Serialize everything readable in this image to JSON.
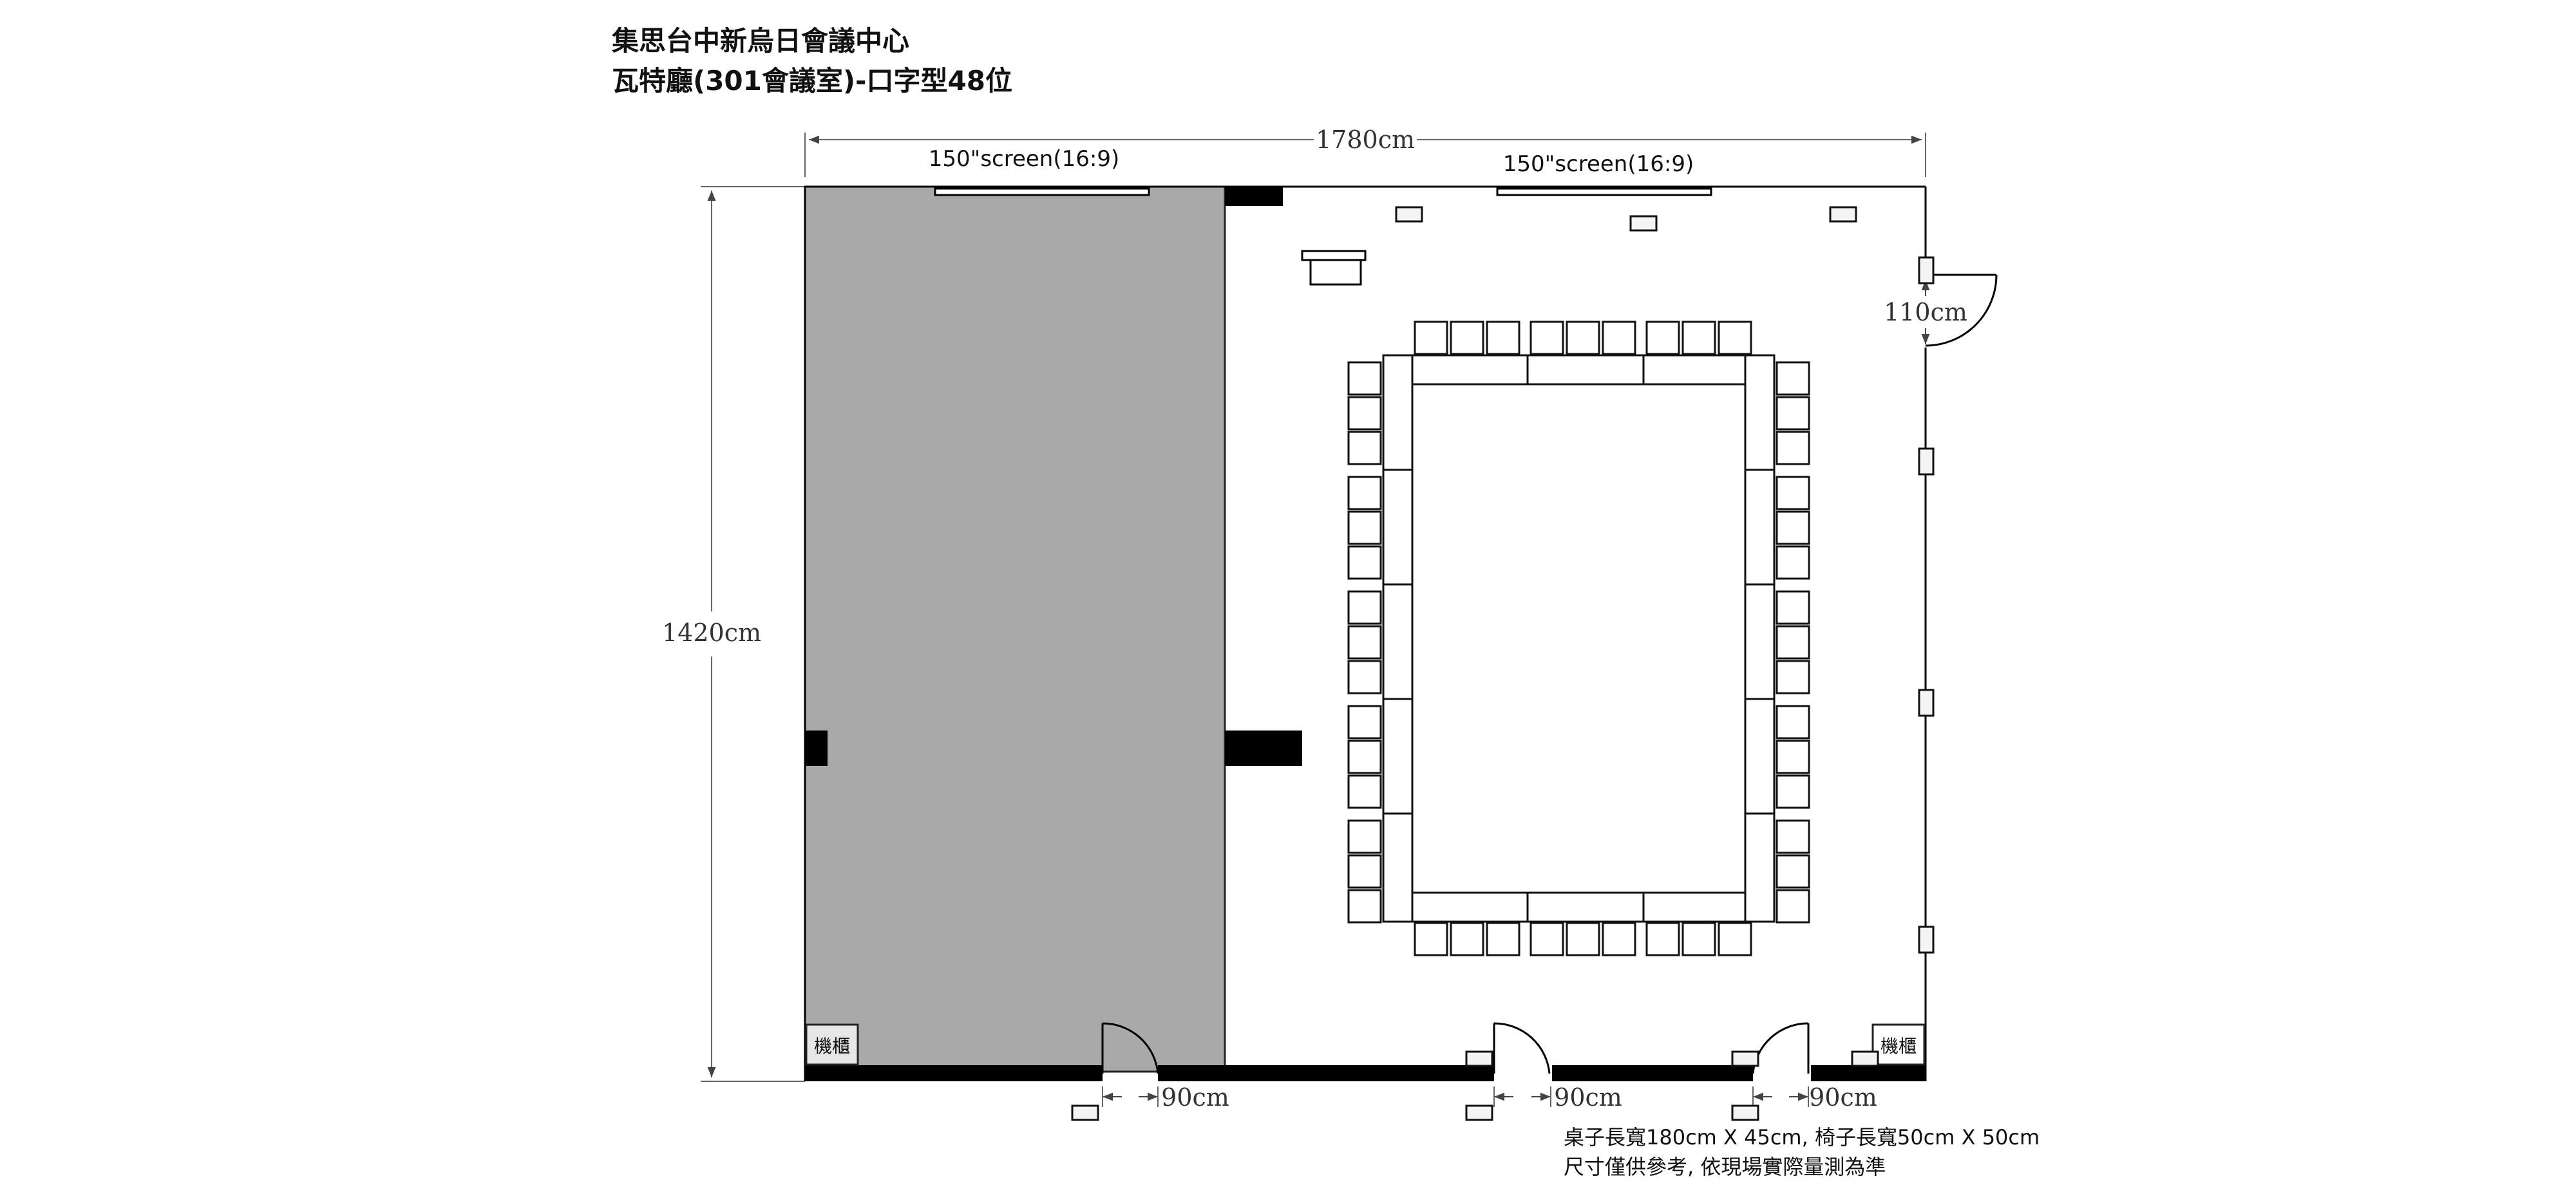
{
  "title": {
    "line1": "集思台中新烏日會議中心",
    "line2": "瓦特廳(301會議室)-口字型48位"
  },
  "dimensions": {
    "width": "1780cm",
    "height": "1420cm",
    "door_top_right": "110cm",
    "door_bottom_1": "90cm",
    "door_bottom_2": "90cm",
    "door_bottom_3": "90cm"
  },
  "screens": {
    "left": "150\"screen(16:9)",
    "right": "150\"screen(16:9)"
  },
  "cabinets": {
    "left": "機櫃",
    "right": "機櫃"
  },
  "notes": {
    "line1": "桌子長寬180cm X 45cm, 椅子長寬50cm X 50cm",
    "line2": "尺寸僅供參考, 依現場實際量測為準"
  },
  "layout": {
    "type": "U-shape (口字型)",
    "seats": 48
  },
  "colors": {
    "wall": "#000000",
    "partitioned_area": "#a9a9a9",
    "background": "#ffffff"
  }
}
